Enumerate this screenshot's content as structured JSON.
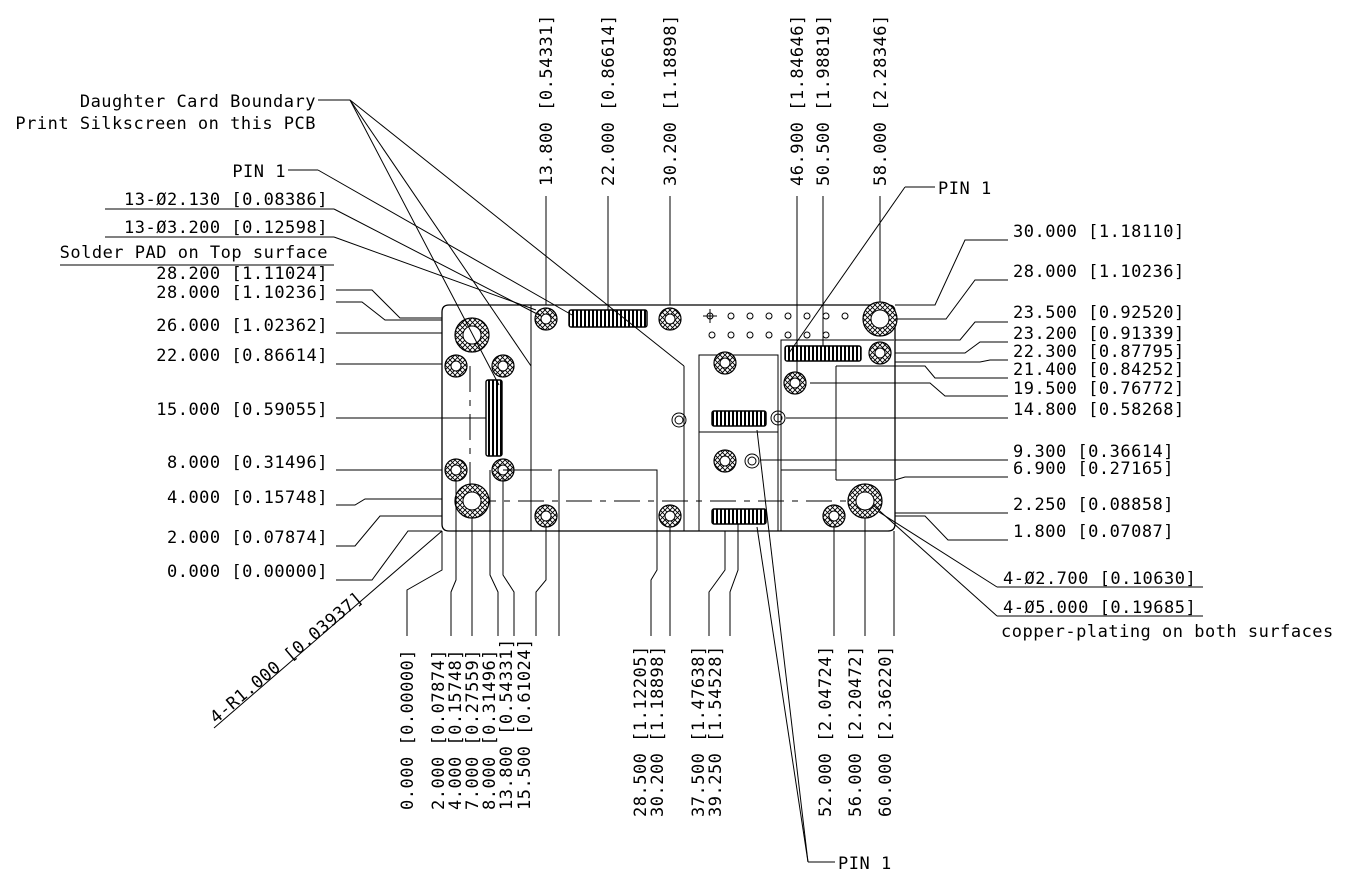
{
  "callouts": {
    "daughter_card_line1": "Daughter Card Boundary",
    "daughter_card_line2": "Print Silkscreen on this PCB",
    "pin1_top_left": "PIN 1",
    "pin1_top_right": "PIN 1",
    "pin1_bottom": "PIN 1",
    "small_holes": "13-Ø2.130 [0.08386]",
    "pads": "13-Ø3.200 [0.12598]",
    "pads_note": "Solder PAD on Top surface",
    "big_holes_drill": "4-Ø2.700 [0.10630]",
    "big_holes_pad": "4-Ø5.000 [0.19685]",
    "big_holes_note": "copper-plating on both surfaces",
    "corner_radius": "4-R1.000 [0.03937]"
  },
  "dims_left": [
    "28.200 [1.11024]",
    "28.000 [1.10236]",
    "26.000 [1.02362]",
    "22.000 [0.86614]",
    "15.000 [0.59055]",
    "8.000 [0.31496]",
    "4.000 [0.15748]",
    "2.000 [0.07874]",
    "0.000 [0.00000]"
  ],
  "dims_right": [
    "30.000 [1.18110]",
    "28.000 [1.10236]",
    "23.500 [0.92520]",
    "23.200 [0.91339]",
    "22.300 [0.87795]",
    "21.400 [0.84252]",
    "19.500 [0.76772]",
    "14.800 [0.58268]",
    "9.300 [0.36614]",
    "6.900 [0.27165]",
    "2.250 [0.08858]",
    "1.800 [0.07087]"
  ],
  "dims_top": [
    "13.800 [0.54331]",
    "22.000 [0.86614]",
    "30.200 [1.18898]",
    "46.900 [1.84646]",
    "50.500 [1.98819]",
    "58.000 [2.28346]"
  ],
  "dims_bottom": [
    "0.000 [0.00000]",
    "2.000 [0.07874]",
    "4.000 [0.15748]",
    "7.000 [0.27559]",
    "8.000 [0.31496]",
    "13.800 [0.54331]",
    "15.500 [0.61024]",
    "28.500 [1.12205]",
    "30.200 [1.18898]",
    "37.500 [1.47638]",
    "39.250 [1.54528]",
    "52.000 [2.04724]",
    "56.000 [2.20472]",
    "60.000 [2.36220]"
  ]
}
